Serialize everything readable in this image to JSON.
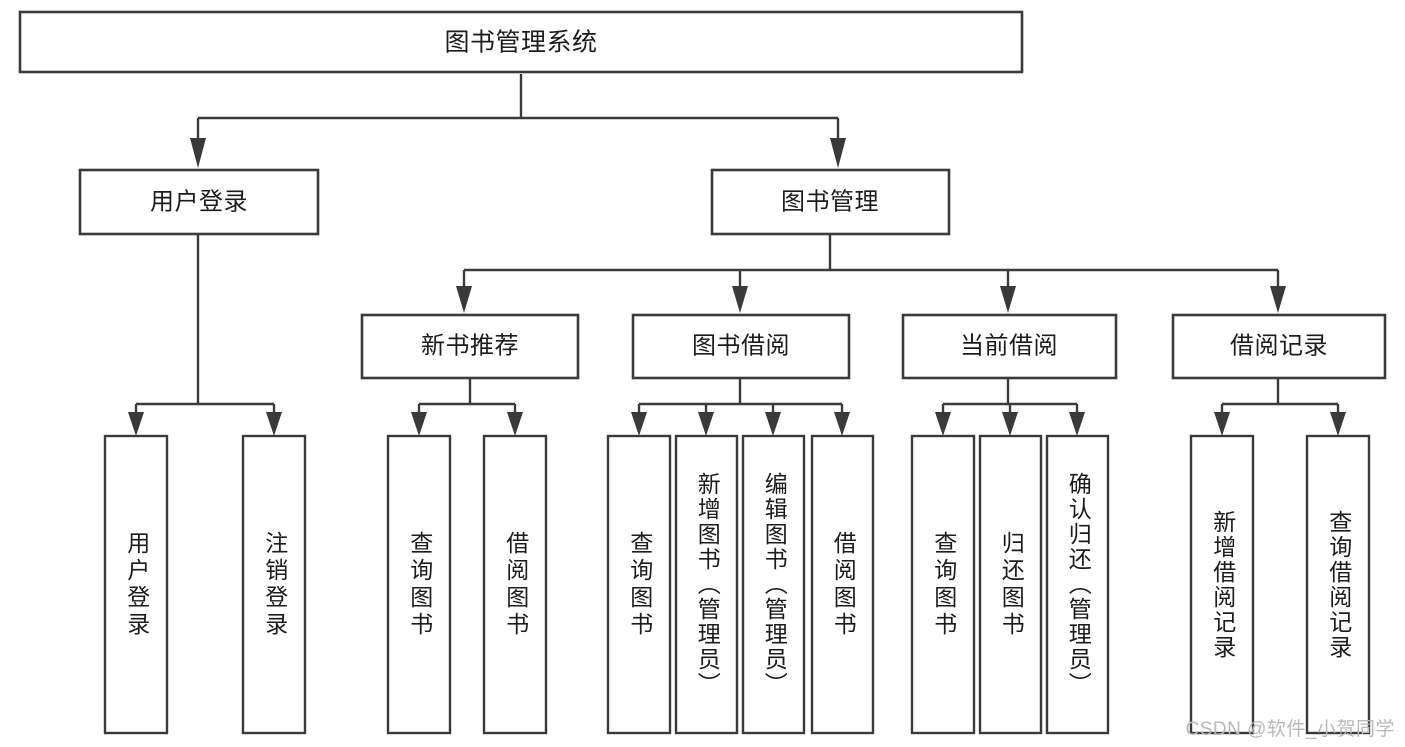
{
  "diagram": {
    "type": "tree",
    "title": "图书管理系统",
    "watermark": "CSDN @软件_小贺同学",
    "root": {
      "id": "root",
      "label": "图书管理系统"
    },
    "level2": [
      {
        "id": "user-login",
        "label": "用户登录"
      },
      {
        "id": "book-manage",
        "label": "图书管理"
      }
    ],
    "level3": [
      {
        "id": "new-book-rec",
        "label": "新书推荐",
        "parent": "book-manage"
      },
      {
        "id": "book-borrow",
        "label": "图书借阅",
        "parent": "book-manage"
      },
      {
        "id": "current-borrow",
        "label": "当前借阅",
        "parent": "book-manage"
      },
      {
        "id": "borrow-record",
        "label": "借阅记录",
        "parent": "book-manage"
      }
    ],
    "leaves": {
      "user-login": [
        {
          "id": "leaf-user-login",
          "label": "用户登录"
        },
        {
          "id": "leaf-user-logout",
          "label": "注销登录"
        }
      ],
      "new-book-rec": [
        {
          "id": "leaf-query-book-1",
          "label": "查询图书"
        },
        {
          "id": "leaf-borrow-book-1",
          "label": "借阅图书"
        }
      ],
      "book-borrow": [
        {
          "id": "leaf-query-book-2",
          "label": "查询图书"
        },
        {
          "id": "leaf-add-book",
          "label": "新增图书（管理员）"
        },
        {
          "id": "leaf-edit-book",
          "label": "编辑图书（管理员）"
        },
        {
          "id": "leaf-borrow-book-2",
          "label": "借阅图书"
        }
      ],
      "current-borrow": [
        {
          "id": "leaf-query-book-3",
          "label": "查询图书"
        },
        {
          "id": "leaf-return-book",
          "label": "归还图书"
        },
        {
          "id": "leaf-confirm-return",
          "label": "确认归还（管理员）"
        }
      ],
      "borrow-record": [
        {
          "id": "leaf-add-record",
          "label": "新增借阅记录"
        },
        {
          "id": "leaf-query-record",
          "label": "查询借阅记录"
        }
      ]
    },
    "colors": {
      "stroke": "#3a3a3a",
      "fill": "#ffffff",
      "text": "#1c1c1c",
      "watermark": "#b9b9b9"
    }
  }
}
